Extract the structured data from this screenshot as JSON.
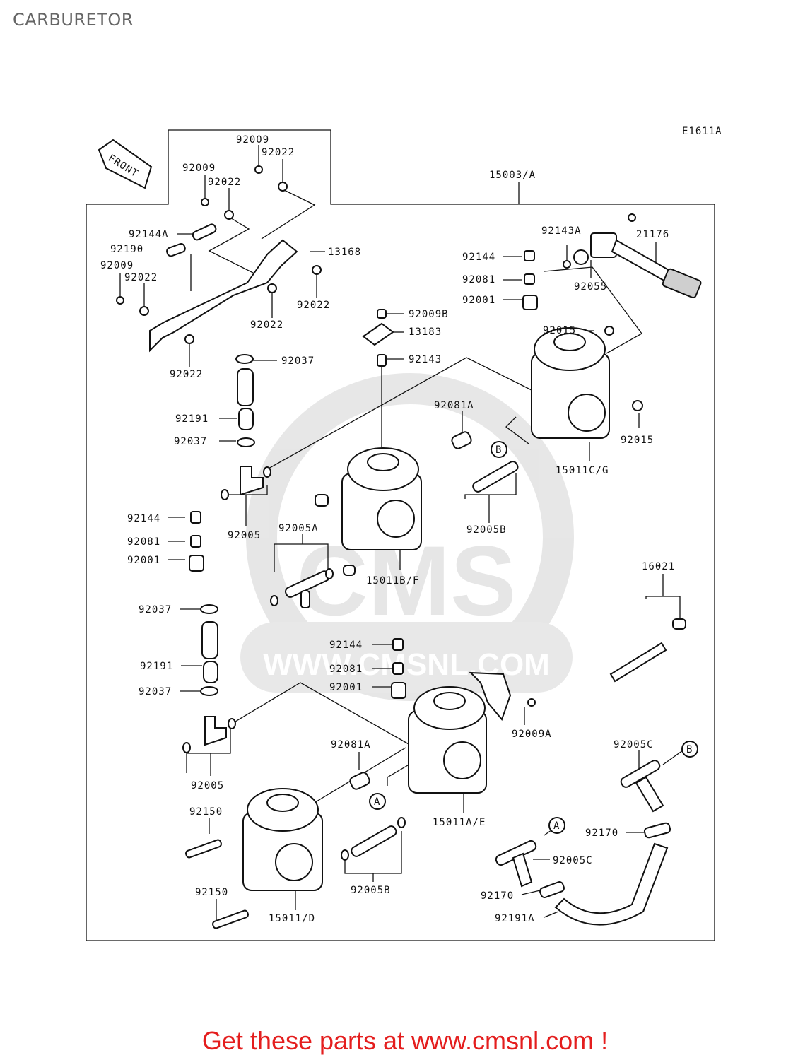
{
  "page": {
    "title": "CARBURETOR"
  },
  "diagram": {
    "code": "E1611A",
    "front_label": "FRONT",
    "parts": {
      "assy": "15003/A",
      "p92009_top": "92009",
      "p92022_top": "92022",
      "p92009_left": "92009",
      "p92022_left": "92022",
      "p92144A": "92144A",
      "p92190": "92190",
      "p13168": "13168",
      "p92009_far": "92009",
      "p92022_far": "92022",
      "p92022_mid": "92022",
      "p92022_right": "92022",
      "p92022_bottom": "92022",
      "p92143A": "92143A",
      "p21176": "21176",
      "p92144_r": "92144",
      "p92081_r": "92081",
      "p92001_r": "92001",
      "p92055": "92055",
      "p92009B": "92009B",
      "p13183": "13183",
      "p92015_a": "92015",
      "p92037_a": "92037",
      "p92143": "92143",
      "p92191_a": "92191",
      "p92037_b": "92037",
      "p92081A_a": "92081A",
      "p92015_b": "92015",
      "p15011CG": "15011C/G",
      "p92144_l": "92144",
      "p92005_a": "92005",
      "p92005A": "92005A",
      "p92005B_a": "92005B",
      "p92081_l": "92081",
      "p92001_l": "92001",
      "p15011BF": "15011B/F",
      "p16021": "16021",
      "p92037_c": "92037",
      "p92144_m": "92144",
      "p92191_b": "92191",
      "p92081_m": "92081",
      "p92037_d": "92037",
      "p92001_m": "92001",
      "p92009A": "92009A",
      "p92005C_a": "92005C",
      "p92081A_b": "92081A",
      "p92005_b": "92005",
      "p15011AE": "15011A/E",
      "p92150_a": "92150",
      "p92170_a": "92170",
      "p92005C_b": "92005C",
      "p92005B_b": "92005B",
      "p92170_b": "92170",
      "p92150_b": "92150",
      "p15011D": "15011/D",
      "p92191A": "92191A"
    },
    "callouts": {
      "a1": "A",
      "a2": "A",
      "b1": "B",
      "b2": "B"
    }
  },
  "watermark": {
    "text": "WWW.CMSNL.COM",
    "brand": "CMS"
  },
  "footer": {
    "link_text": "Get these parts at www.cmsnl.com !"
  }
}
